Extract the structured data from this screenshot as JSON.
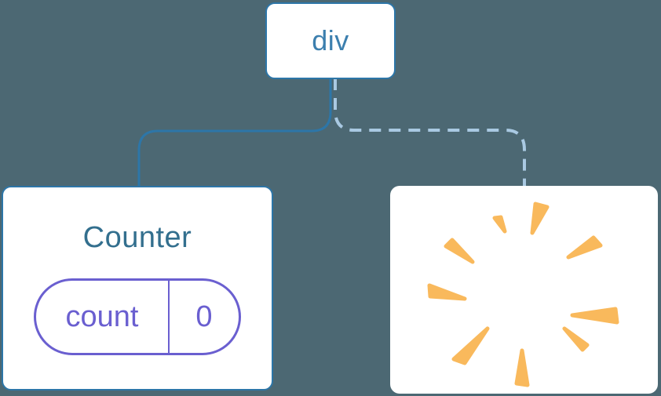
{
  "colors": {
    "background": "#4c6873",
    "node_bg": "#ffffff",
    "node_border": "#2d76a8",
    "solid_line": "#2d76a8",
    "dashed_line": "#a9c9e2",
    "root_label": "#3c7fae",
    "counter_label": "#336f8e",
    "state_accent": "#6a5fd0",
    "sparkle_orange": "#f9b95c"
  },
  "diagram": {
    "root_node": {
      "label": "div"
    },
    "counter_node": {
      "title": "Counter",
      "state_pill": {
        "name": "count",
        "value": "0"
      }
    },
    "removed_node": {
      "icon": "sparkle-burst-icon"
    },
    "connections": [
      {
        "from": "div",
        "to": "Counter",
        "style": "solid"
      },
      {
        "from": "div",
        "to": "removed",
        "style": "dashed"
      }
    ]
  }
}
